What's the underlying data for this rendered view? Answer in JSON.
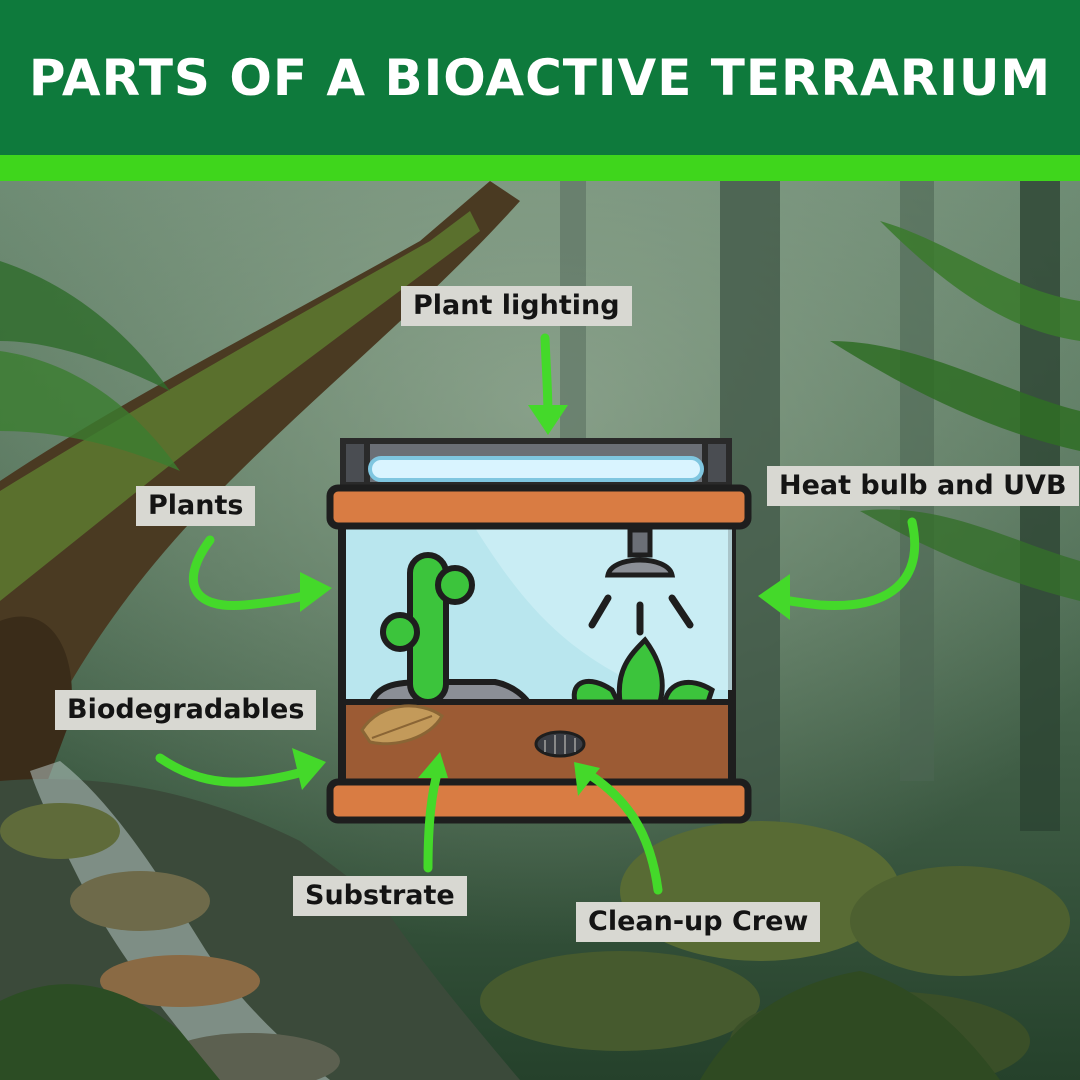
{
  "header": {
    "title": "PARTS OF A BIOACTIVE TERRARIUM"
  },
  "labels": {
    "plant_lighting": "Plant lighting",
    "plants": "Plants",
    "heat_bulb": "Heat bulb and UVB",
    "biodegradables": "Biodegradables",
    "substrate": "Substrate",
    "cleanup_crew": "Clean-up Crew"
  },
  "colors": {
    "header_bg": "#0e7a3c",
    "header_stripe": "#3fd61c",
    "arrow": "#44d92a",
    "frame_wood": "#d97c43",
    "glass": "#b9e6ee",
    "soil": "#9c5b34",
    "label_bg": "#d8d8d2"
  }
}
